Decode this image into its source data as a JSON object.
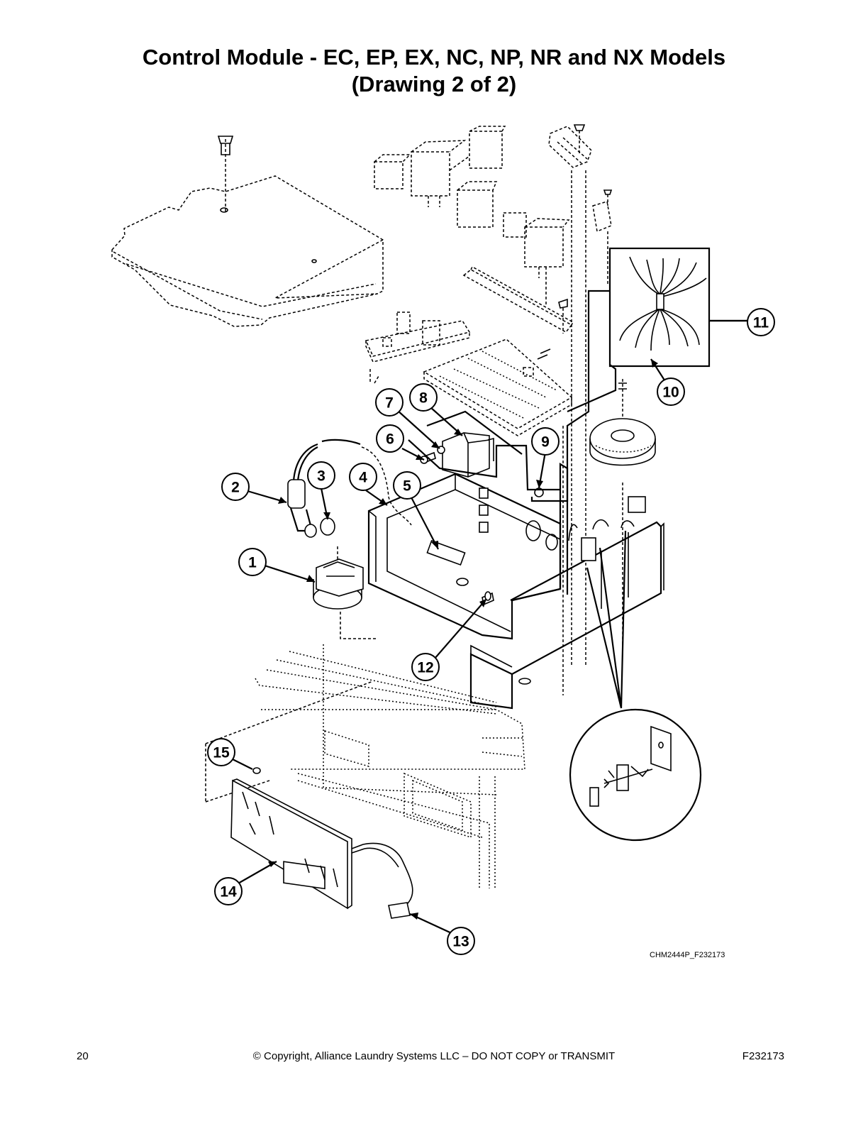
{
  "header": {
    "title_line1": "Control Module - EC, EP, EX, NC, NP, NR and NX Models",
    "title_line2": "(Drawing 2 of 2)"
  },
  "diagram": {
    "drawing_id": "CHM2444P_F232173",
    "callouts": [
      "1",
      "2",
      "3",
      "4",
      "5",
      "6",
      "7",
      "8",
      "9",
      "10",
      "11",
      "12",
      "13",
      "14",
      "15"
    ]
  },
  "footer": {
    "page_number": "20",
    "copyright": "© Copyright, Alliance Laundry Systems LLC – DO NOT COPY or TRANSMIT",
    "document_number": "F232173"
  }
}
